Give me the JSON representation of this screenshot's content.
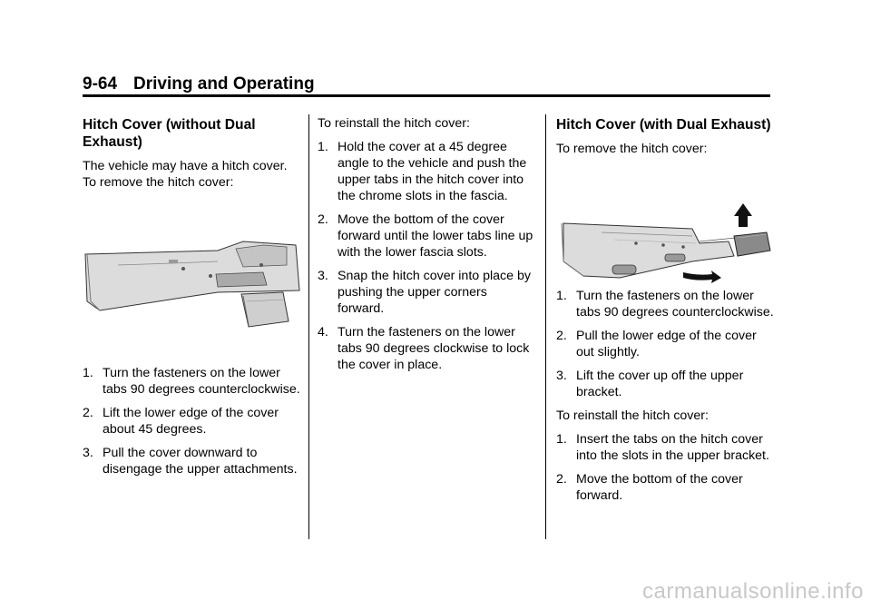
{
  "header": {
    "section": "9-64",
    "title": "Driving and Operating"
  },
  "col1": {
    "heading": "Hitch Cover (without Dual Exhaust)",
    "intro": "The vehicle may have a hitch cover. To remove the hitch cover:",
    "steps": [
      {
        "num": "1.",
        "text": "Turn the fasteners on the lower tabs 90 degrees counterclockwise."
      },
      {
        "num": "2.",
        "text": "Lift the lower edge of the cover about 45 degrees."
      },
      {
        "num": "3.",
        "text": "Pull the cover downward to disengage the upper attachments."
      }
    ]
  },
  "col2": {
    "intro": "To reinstall the hitch cover:",
    "steps": [
      {
        "num": "1.",
        "text": "Hold the cover at a 45 degree angle to the vehicle and push the upper tabs in the hitch cover into the chrome slots in the fascia."
      },
      {
        "num": "2.",
        "text": "Move the bottom of the cover forward until the lower tabs line up with the lower fascia slots."
      },
      {
        "num": "3.",
        "text": "Snap the hitch cover into place by pushing the upper corners forward."
      },
      {
        "num": "4.",
        "text": "Turn the fasteners on the lower tabs 90 degrees clockwise to lock the cover in place."
      }
    ]
  },
  "col3": {
    "heading": "Hitch Cover (with Dual Exhaust)",
    "intro": "To remove the hitch cover:",
    "steps": [
      {
        "num": "1.",
        "text": "Turn the fasteners on the lower tabs 90 degrees counterclockwise."
      },
      {
        "num": "2.",
        "text": "Pull the lower edge of the cover out slightly."
      },
      {
        "num": "3.",
        "text": "Lift the cover up off the upper bracket."
      }
    ],
    "intro2": "To reinstall the hitch cover:",
    "steps2": [
      {
        "num": "1.",
        "text": "Insert the tabs on the hitch cover into the slots in the upper bracket."
      },
      {
        "num": "2.",
        "text": "Move the bottom of the cover forward."
      }
    ]
  },
  "watermark": "carmanualsonline.info"
}
